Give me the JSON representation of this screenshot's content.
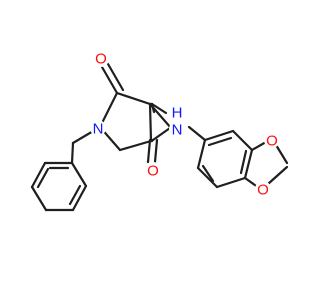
{
  "molecule": {
    "atoms": [
      {
        "id": "N1",
        "symbol": "N"
      },
      {
        "id": "O1",
        "symbol": "O"
      },
      {
        "id": "O2",
        "symbol": "O"
      },
      {
        "id": "N2",
        "symbol": "N",
        "hydrogen": "H"
      },
      {
        "id": "O3",
        "symbol": "O"
      },
      {
        "id": "O4",
        "symbol": "O"
      }
    ],
    "colors": {
      "bond": "#1f1f1f",
      "nitrogen": "#1414ff",
      "oxygen": "#ff0d0d",
      "background": "#ffffff"
    }
  }
}
